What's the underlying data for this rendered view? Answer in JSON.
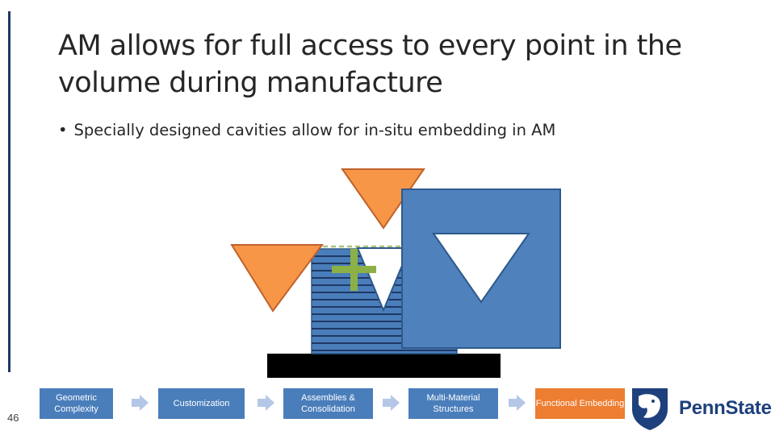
{
  "slide": {
    "title": "AM allows for full access to every point in the volume during manufacture",
    "bullet": "Specially designed cavities allow for in-situ embedding in AM",
    "slide_number": "46"
  },
  "process": {
    "steps": [
      {
        "label": "Geometric Complexity",
        "active": false
      },
      {
        "label": "Customization",
        "active": false
      },
      {
        "label": "Assemblies & Consolidation",
        "active": false
      },
      {
        "label": "Multi-Material Structures",
        "active": false
      },
      {
        "label": "Functional Embedding",
        "active": true
      }
    ]
  },
  "logo": {
    "wordmark": "PennState"
  },
  "colors": {
    "accent_blue": "#4a7ebb",
    "accent_orange": "#ed7d31",
    "plus_green": "#8db046",
    "base_black": "#000000",
    "title_text": "#262626",
    "brand_navy": "#1e407c"
  }
}
